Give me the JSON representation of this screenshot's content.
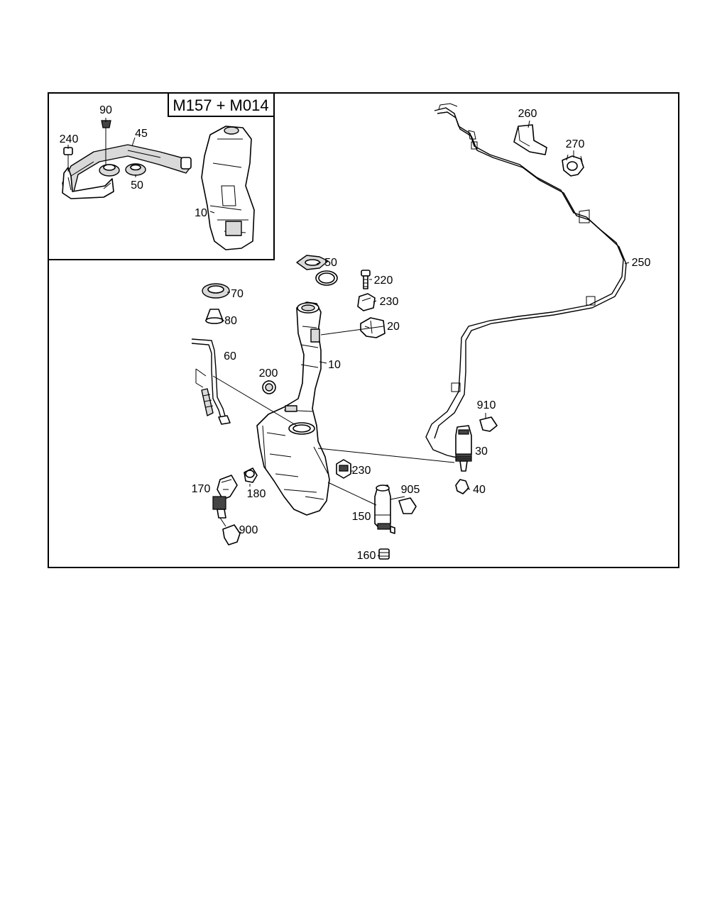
{
  "inset": {
    "title": "M157 + M014"
  },
  "callouts": {
    "p90": "90",
    "p240": "240",
    "p45": "45",
    "p50_inset": "50",
    "p10_inset": "10",
    "p260": "260",
    "p270": "270",
    "p250": "250",
    "p50": "50",
    "p220": "220",
    "p230_top": "230",
    "p70": "70",
    "p80": "80",
    "p20": "20",
    "p60": "60",
    "p10": "10",
    "p200": "200",
    "p910": "910",
    "p30": "30",
    "p230_mid": "230",
    "p170": "170",
    "p180": "180",
    "p905": "905",
    "p40": "40",
    "p150": "150",
    "p900": "900",
    "p160": "160"
  }
}
